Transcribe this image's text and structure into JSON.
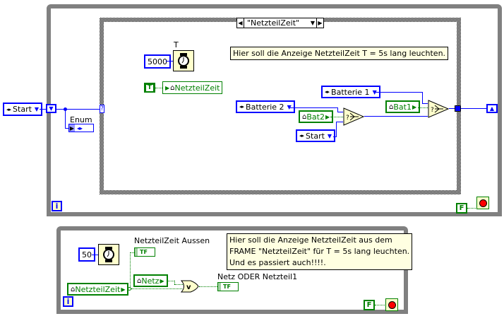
{
  "top_loop": {
    "case_structure": {
      "selector_value": "\"NetzteilZeit\"",
      "note": "Hier soll die Anzeige NetzteilZeit T = 5s lang leuchten.",
      "wait": {
        "label": "T",
        "constant": "5000"
      },
      "bool_constant": "T",
      "local_var_write": "NetzteilZeit",
      "enum_batterie2": "Batterie 2",
      "enum_batterie1": "Batterie 1",
      "enum_start": "Start",
      "local_bat2": "Bat2",
      "local_bat1": "Bat1"
    },
    "input_enum": "Start",
    "enum_indicator_label": "Enum",
    "iteration_label": "i",
    "stop_constant": "F"
  },
  "bottom_loop": {
    "wait_constant": "50",
    "indicator_aussen_label": "NetzteilZeit Aussen",
    "indicator_oder_label": "Netz ODER Netzteil1",
    "local_netzteilzeit": "NetzteilZeit",
    "local_netz": "Netz",
    "or_symbol": "v",
    "tf_text": "TF",
    "note_lines": [
      "Hier soll die Anzeige NetzteilZeit aus dem",
      "FRAME \"NetzteilZeit\" für T = 5s lang leuchten.",
      "Und es passiert auch!!!!."
    ],
    "iteration_label": "i",
    "stop_constant": "F"
  },
  "colors": {
    "loop_border": "#808080",
    "enum_wire": "#0000ff",
    "bool_wire": "#008000",
    "note_bg": "#ffffe1",
    "node_bg": "#ffffcc"
  }
}
